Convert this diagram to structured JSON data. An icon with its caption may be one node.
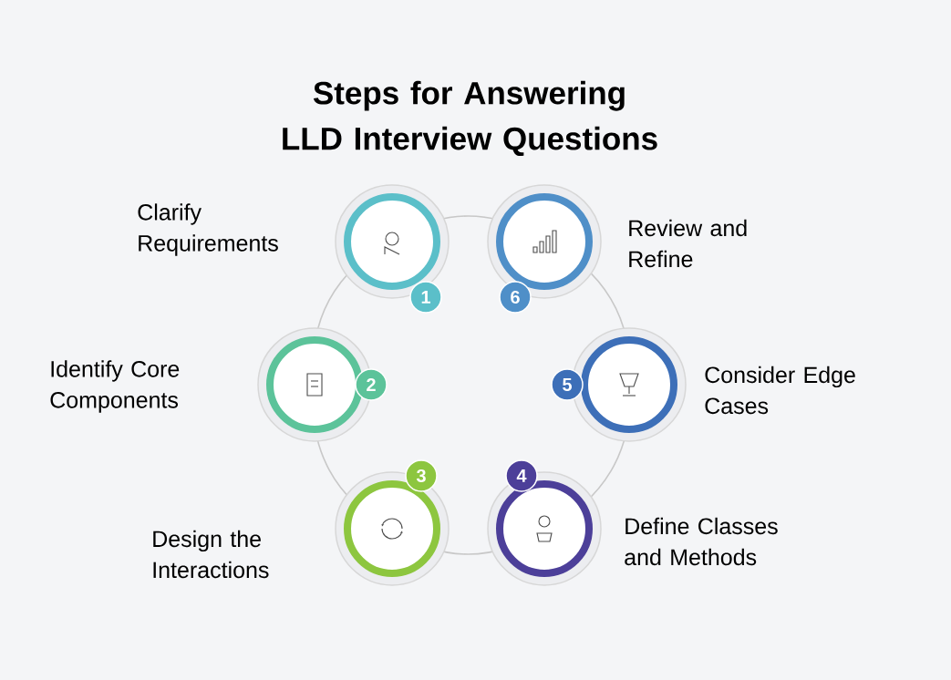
{
  "diagram": {
    "title": "Steps for Answering LLD Interview Questions",
    "nodes": [
      {
        "text": [
          "1"
        ],
        "beside": [
          "Clarify Requirements"
        ]
      },
      {
        "text": [
          "2"
        ],
        "beside": [
          "Identify Core Components"
        ]
      },
      {
        "text": [
          "3"
        ],
        "beside": [
          "Design the Interactions"
        ]
      },
      {
        "text": [
          "4"
        ],
        "beside": [
          "Define Classes and Methods"
        ]
      },
      {
        "text": [
          "5"
        ],
        "beside": [
          "Consider Edge Cases"
        ]
      },
      {
        "text": [
          "6"
        ],
        "beside": [
          "Review and Refine"
        ]
      }
    ],
    "edges": [
      {
        "from": 0,
        "to": 1,
        "arrow": "none"
      },
      {
        "from": 1,
        "to": 2,
        "arrow": "none"
      },
      {
        "from": 2,
        "to": 3,
        "arrow": "none"
      },
      {
        "from": 3,
        "to": 4,
        "arrow": "none"
      },
      {
        "from": 4,
        "to": 5,
        "arrow": "none"
      },
      {
        "from": 5,
        "to": 0,
        "arrow": "none"
      }
    ]
  }
}
